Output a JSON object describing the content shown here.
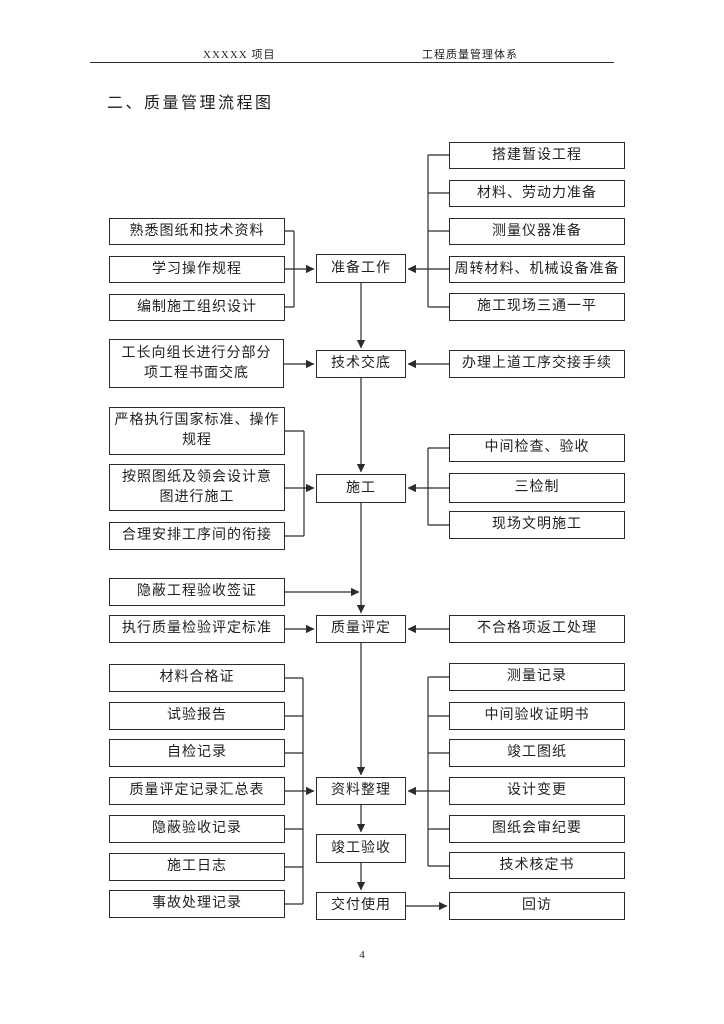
{
  "page": {
    "header_left": "XXXXX 项目",
    "header_right": "工程质量管理体系",
    "title": "二、质量管理流程图",
    "page_number": "4"
  },
  "flowchart": {
    "main_flow": [
      "准备工作",
      "技术交底",
      "施工",
      "质量评定",
      "资料整理",
      "竣工验收",
      "交付使用"
    ],
    "prepare_inputs": [
      "熟悉图纸和技术资料",
      "学习操作规程",
      "编制施工组织设计"
    ],
    "prepare_outputs": [
      "搭建暂设工程",
      "材料、劳动力准备",
      "测量仪器准备",
      "周转材料、机械设备准备",
      "施工现场三通一平"
    ],
    "disclosure_input": "工长向组长进行分部分\n项工程书面交底",
    "disclosure_side": "办理上道工序交接手续",
    "construction_inputs": [
      "严格执行国家标准、操作\n规程",
      "按照图纸及领会设计意\n图进行施工",
      "合理安排工序间的衔接"
    ],
    "construction_side": [
      "中间检查、验收",
      "三检制",
      "现场文明施工"
    ],
    "hidden_work_signoff": "隐蔽工程验收签证",
    "evaluation_input": "执行质量检验评定标准",
    "evaluation_side": "不合格项返工处理",
    "archive_inputs": [
      "材料合格证",
      "试验报告",
      "自检记录",
      "质量评定记录汇总表",
      "隐蔽验收记录",
      "施工日志",
      "事故处理记录"
    ],
    "archive_side": [
      "测量记录",
      "中间验收证明书",
      "竣工图纸",
      "设计变更",
      "图纸会审纪要",
      "技术核定书"
    ],
    "return_visit": "回访"
  }
}
